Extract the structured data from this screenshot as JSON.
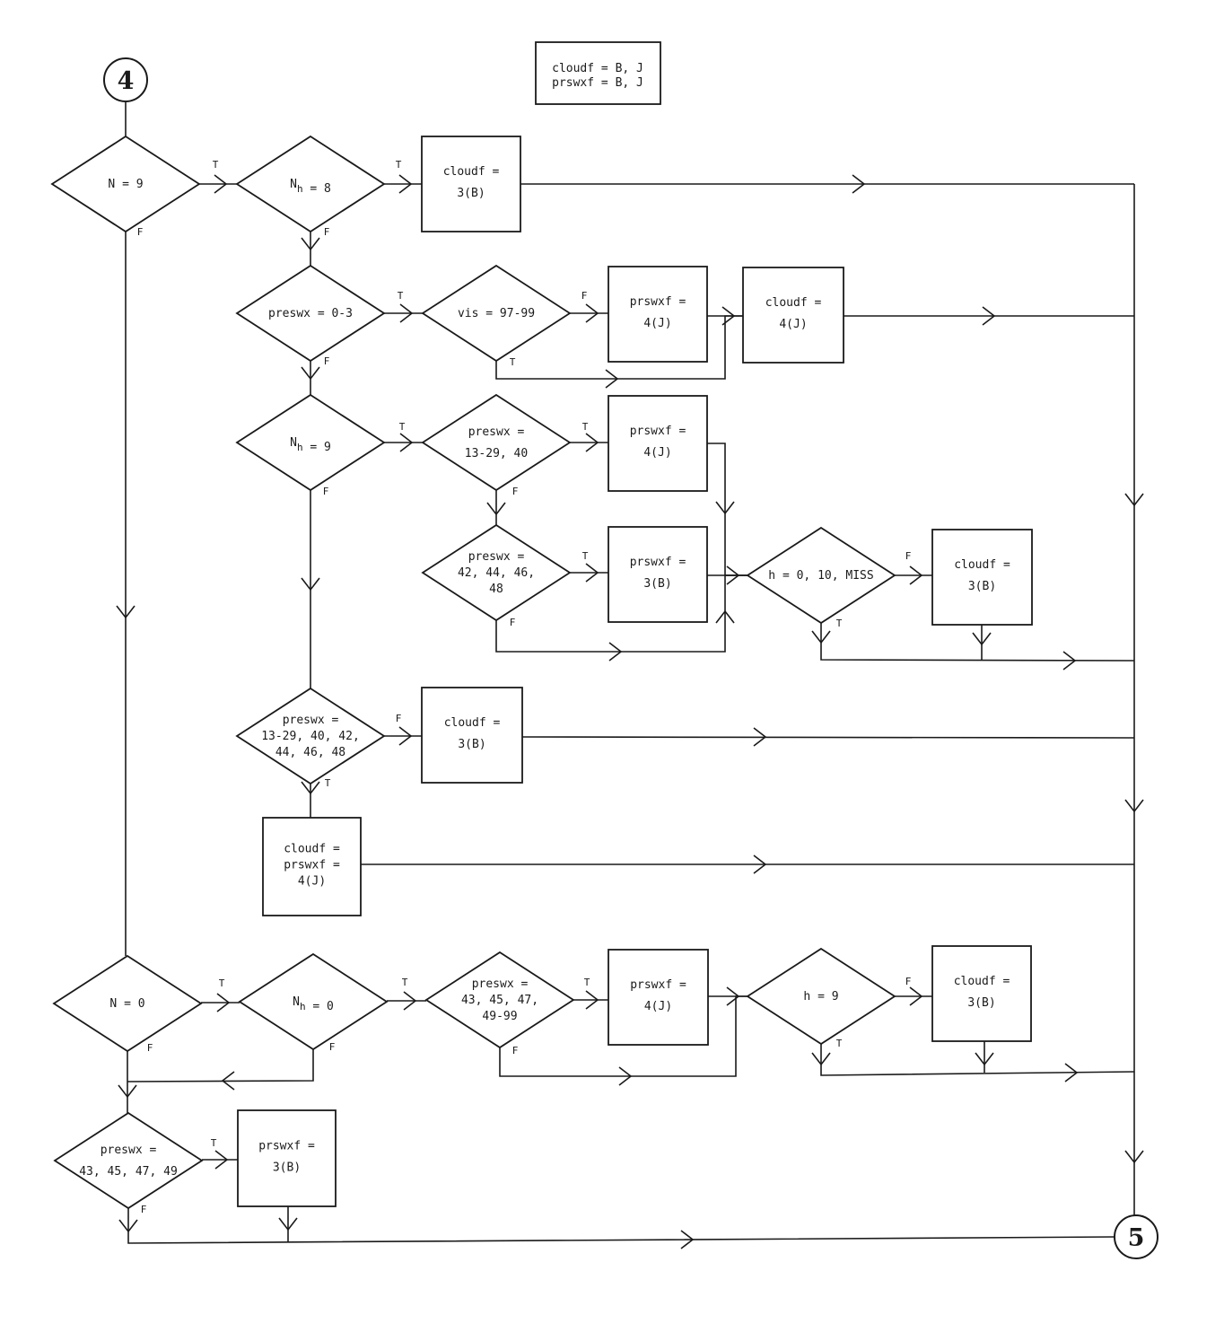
{
  "header_box": [
    "cloudf = B, J",
    "prswxf = B, J"
  ],
  "connectors": {
    "start": "4",
    "end": "5"
  },
  "nodes": [
    {
      "id": "d_n9",
      "shape": "diamond",
      "lines": [
        [
          "N = 9"
        ]
      ]
    },
    {
      "id": "d_nh8",
      "shape": "diamond",
      "lines": [
        [
          "N",
          {
            "sub": "h"
          },
          " = 8"
        ]
      ]
    },
    {
      "id": "b_c3b_1",
      "shape": "box",
      "lines": [
        [
          "cloudf ="
        ],
        [
          "3(B)"
        ]
      ]
    },
    {
      "id": "d_pw03",
      "shape": "diamond",
      "lines": [
        [
          "preswx = 0-3"
        ]
      ]
    },
    {
      "id": "d_vis",
      "shape": "diamond",
      "lines": [
        [
          "vis = 97-99"
        ]
      ]
    },
    {
      "id": "b_p4j_1",
      "shape": "box",
      "lines": [
        [
          "prswxf ="
        ],
        [
          "4(J)"
        ]
      ]
    },
    {
      "id": "b_c4j_1",
      "shape": "box",
      "lines": [
        [
          "cloudf ="
        ],
        [
          "4(J)"
        ]
      ]
    },
    {
      "id": "d_nh9",
      "shape": "diamond",
      "lines": [
        [
          "N",
          {
            "sub": "h"
          },
          " = 9"
        ]
      ]
    },
    {
      "id": "d_pw1329",
      "shape": "diamond",
      "lines": [
        [
          "preswx ="
        ],
        [
          "13-29, 40"
        ]
      ]
    },
    {
      "id": "b_p4j_2",
      "shape": "box",
      "lines": [
        [
          "prswxf ="
        ],
        [
          "4(J)"
        ]
      ]
    },
    {
      "id": "d_pw4248",
      "shape": "diamond",
      "lines": [
        [
          "preswx ="
        ],
        [
          "42, 44, 46,"
        ],
        [
          "48"
        ]
      ]
    },
    {
      "id": "b_p3b_1",
      "shape": "box",
      "lines": [
        [
          "prswxf ="
        ],
        [
          "3(B)"
        ]
      ]
    },
    {
      "id": "d_h010",
      "shape": "diamond",
      "lines": [
        [
          "h = 0, 10, MISS"
        ]
      ]
    },
    {
      "id": "b_c3b_2",
      "shape": "box",
      "lines": [
        [
          "cloudf ="
        ],
        [
          "3(B)"
        ]
      ]
    },
    {
      "id": "d_pwall",
      "shape": "diamond",
      "lines": [
        [
          "preswx ="
        ],
        [
          "13-29, 40, 42,"
        ],
        [
          "44, 46, 48"
        ]
      ]
    },
    {
      "id": "b_c3b_3",
      "shape": "box",
      "lines": [
        [
          "cloudf ="
        ],
        [
          "3(B)"
        ]
      ]
    },
    {
      "id": "b_cp4j",
      "shape": "box",
      "lines": [
        [
          "cloudf ="
        ],
        [
          "prswxf ="
        ],
        [
          "4(J)"
        ]
      ]
    },
    {
      "id": "d_n0",
      "shape": "diamond",
      "lines": [
        [
          "N = 0"
        ]
      ]
    },
    {
      "id": "d_nh0",
      "shape": "diamond",
      "lines": [
        [
          "N",
          {
            "sub": "h"
          },
          " = 0"
        ]
      ]
    },
    {
      "id": "d_pw4399",
      "shape": "diamond",
      "lines": [
        [
          "preswx ="
        ],
        [
          "43, 45, 47,"
        ],
        [
          "49-99"
        ]
      ]
    },
    {
      "id": "b_p4j_3",
      "shape": "box",
      "lines": [
        [
          "prswxf ="
        ],
        [
          "4(J)"
        ]
      ]
    },
    {
      "id": "d_h9",
      "shape": "diamond",
      "lines": [
        [
          "h = 9"
        ]
      ]
    },
    {
      "id": "b_c3b_4",
      "shape": "box",
      "lines": [
        [
          "cloudf ="
        ],
        [
          "3(B)"
        ]
      ]
    },
    {
      "id": "d_pw4349",
      "shape": "diamond",
      "lines": [
        [
          "preswx ="
        ],
        [
          "43, 45, 47, 49"
        ]
      ]
    },
    {
      "id": "b_p3b_2",
      "shape": "box",
      "lines": [
        [
          "prswxf ="
        ],
        [
          "3(B)"
        ]
      ]
    }
  ],
  "edges": [
    {
      "from": "d_n9",
      "to": "d_nh8",
      "label": "T"
    },
    {
      "from": "d_n9",
      "to": "d_n0",
      "label": "F"
    },
    {
      "from": "d_nh8",
      "to": "b_c3b_1",
      "label": "T"
    },
    {
      "from": "d_nh8",
      "to": "d_pw03",
      "label": "F"
    },
    {
      "from": "b_c3b_1",
      "to": "end",
      "label": ""
    },
    {
      "from": "d_pw03",
      "to": "d_vis",
      "label": "T"
    },
    {
      "from": "d_pw03",
      "to": "d_nh9",
      "label": "F"
    },
    {
      "from": "d_vis",
      "to": "b_p4j_1",
      "label": "F"
    },
    {
      "from": "d_vis",
      "to": "b_c4j_1",
      "label": "T"
    },
    {
      "from": "b_p4j_1",
      "to": "b_c4j_1",
      "label": ""
    },
    {
      "from": "b_c4j_1",
      "to": "end",
      "label": ""
    },
    {
      "from": "d_nh9",
      "to": "d_pw1329",
      "label": "T"
    },
    {
      "from": "d_nh9",
      "to": "d_pwall",
      "label": "F"
    },
    {
      "from": "d_pw1329",
      "to": "b_p4j_2",
      "label": "T"
    },
    {
      "from": "d_pw1329",
      "to": "d_pw4248",
      "label": "F"
    },
    {
      "from": "b_p4j_2",
      "to": "d_h010",
      "label": ""
    },
    {
      "from": "d_pw4248",
      "to": "b_p3b_1",
      "label": "T"
    },
    {
      "from": "d_pw4248",
      "to": "d_h010",
      "label": "F"
    },
    {
      "from": "b_p3b_1",
      "to": "d_h010",
      "label": ""
    },
    {
      "from": "d_h010",
      "to": "b_c3b_2",
      "label": "F"
    },
    {
      "from": "d_h010",
      "to": "end",
      "label": "T"
    },
    {
      "from": "b_c3b_2",
      "to": "end",
      "label": ""
    },
    {
      "from": "d_pwall",
      "to": "b_c3b_3",
      "label": "F"
    },
    {
      "from": "d_pwall",
      "to": "b_cp4j",
      "label": "T"
    },
    {
      "from": "b_c3b_3",
      "to": "end",
      "label": ""
    },
    {
      "from": "b_cp4j",
      "to": "end",
      "label": ""
    },
    {
      "from": "d_n0",
      "to": "d_nh0",
      "label": "T"
    },
    {
      "from": "d_n0",
      "to": "d_pw4349",
      "label": "F"
    },
    {
      "from": "d_nh0",
      "to": "d_pw4399",
      "label": "T"
    },
    {
      "from": "d_nh0",
      "to": "d_pw4349",
      "label": "F"
    },
    {
      "from": "d_pw4399",
      "to": "b_p4j_3",
      "label": "T"
    },
    {
      "from": "d_pw4399",
      "to": "d_h9",
      "label": "F"
    },
    {
      "from": "b_p4j_3",
      "to": "d_h9",
      "label": ""
    },
    {
      "from": "d_h9",
      "to": "b_c3b_4",
      "label": "F"
    },
    {
      "from": "d_h9",
      "to": "end",
      "label": "T"
    },
    {
      "from": "b_c3b_4",
      "to": "end",
      "label": ""
    },
    {
      "from": "d_pw4349",
      "to": "b_p3b_2",
      "label": "T"
    },
    {
      "from": "d_pw4349",
      "to": "end",
      "label": "F"
    },
    {
      "from": "b_p3b_2",
      "to": "end",
      "label": ""
    }
  ]
}
